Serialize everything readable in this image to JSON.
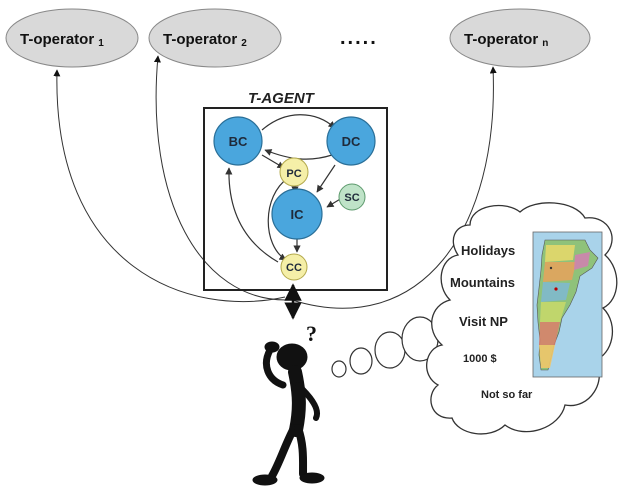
{
  "operators": [
    {
      "name": "T-operator",
      "index": "1"
    },
    {
      "name": "T-operator",
      "index": "2"
    },
    {
      "name": "T-operator",
      "index": "n"
    }
  ],
  "ellipsis": ".....",
  "agent": {
    "title": "T-AGENT",
    "nodes": {
      "bc": "BC",
      "dc": "DC",
      "pc": "PC",
      "ic": "IC",
      "sc": "SC",
      "cc": "CC"
    }
  },
  "user": {
    "question_mark": "?"
  },
  "thought_cloud": {
    "items": [
      "Holidays",
      "Mountains",
      "Visit NP",
      "1000 $",
      "Not so far"
    ]
  },
  "colors": {
    "operator_fill": "#d9d9d9",
    "node_blue": "#4aa6dd",
    "node_yellow": "#f5efa8",
    "node_green": "#bfe3c8",
    "map_water": "#a9d3ea"
  }
}
